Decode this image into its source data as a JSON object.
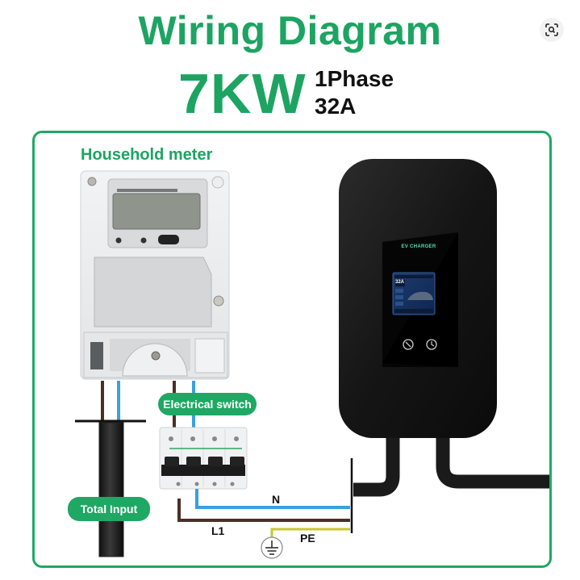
{
  "header": {
    "title": "Wiring Diagram",
    "power_rating": "7KW",
    "phase": "1Phase",
    "current": "32A"
  },
  "toolbar": {
    "visual_search_icon": "lens-scan-icon"
  },
  "diagram": {
    "frame_color": "#1fa864",
    "meter": {
      "label": "Household meter"
    },
    "switch": {
      "label": "Electrical switch"
    },
    "input": {
      "label": "Total Input"
    },
    "charger": {
      "brand_text": "EV CHARGER",
      "screen_current": "32A"
    },
    "wires": [
      {
        "label": "N",
        "color": "#3aa0e0"
      },
      {
        "label": "L1",
        "color": "#4a3028"
      },
      {
        "label": "PE",
        "color": "#c8c830"
      }
    ],
    "ground_icon": "ground-icon"
  },
  "colors": {
    "accent_green": "#1da462",
    "text_dark": "#111111"
  }
}
